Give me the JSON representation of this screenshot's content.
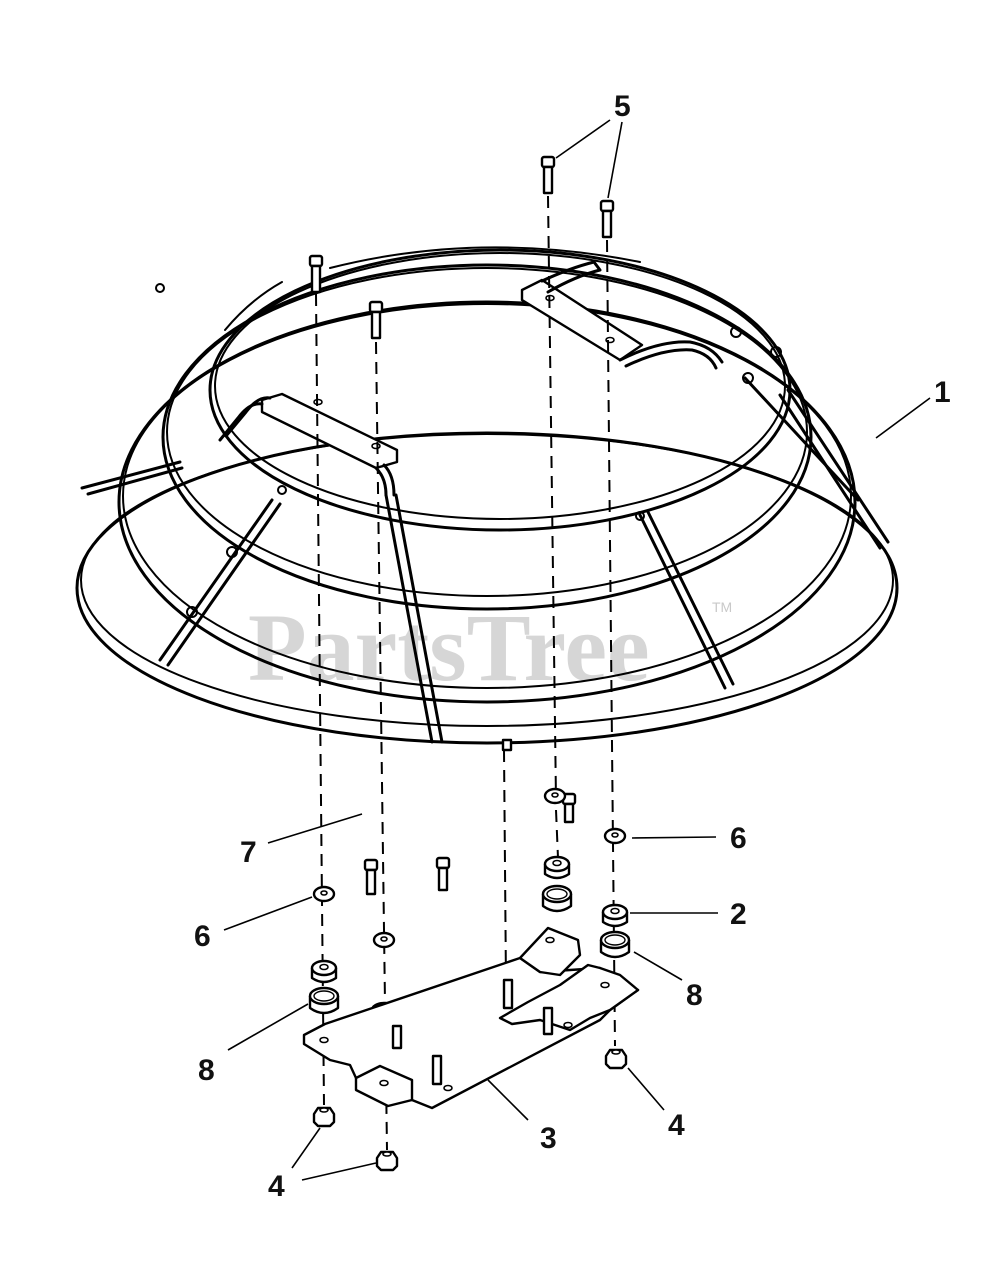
{
  "watermark": {
    "text": "PartsTree",
    "tm": "TM"
  },
  "callouts": [
    {
      "id": "c1",
      "label": "1"
    },
    {
      "id": "c2",
      "label": "2"
    },
    {
      "id": "c3",
      "label": "3"
    },
    {
      "id": "c4a",
      "label": "4"
    },
    {
      "id": "c4b",
      "label": "4"
    },
    {
      "id": "c5",
      "label": "5"
    },
    {
      "id": "c6a",
      "label": "6"
    },
    {
      "id": "c6b",
      "label": "6"
    },
    {
      "id": "c7",
      "label": "7"
    },
    {
      "id": "c8a",
      "label": "8"
    },
    {
      "id": "c8b",
      "label": "8"
    }
  ]
}
